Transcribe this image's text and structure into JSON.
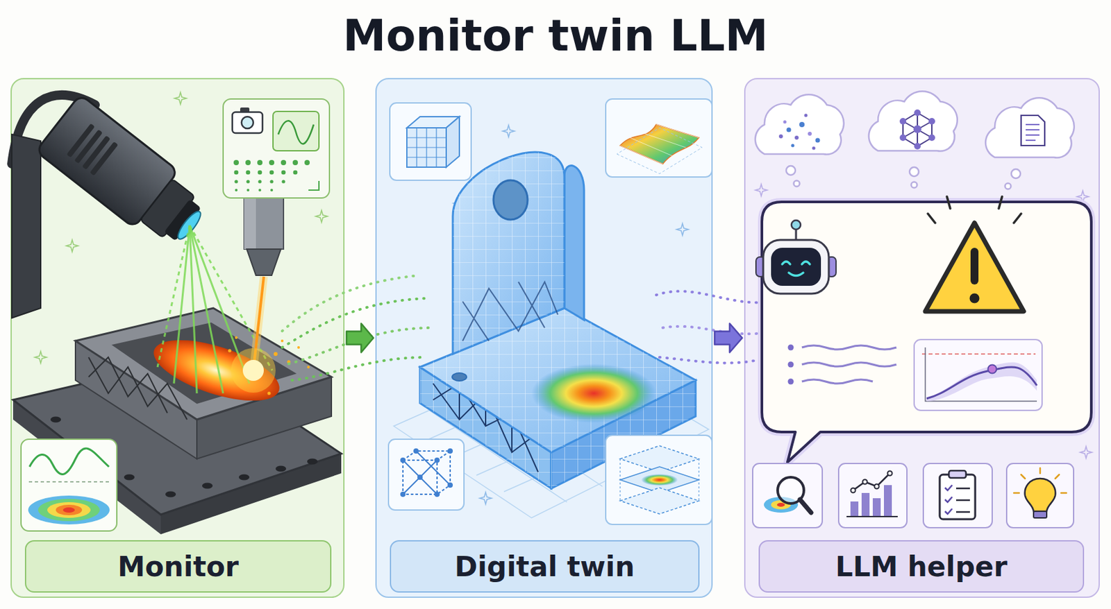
{
  "diagram": {
    "title": "Monitor twin LLM",
    "nodes": [
      {
        "text": [
          "Monitor"
        ]
      },
      {
        "text": [
          "Digital twin"
        ]
      },
      {
        "text": [
          "LLM helper"
        ]
      }
    ],
    "edges": [
      {
        "from": 0,
        "to": 1,
        "arrow": "to"
      },
      {
        "from": 1,
        "to": 2,
        "arrow": "to"
      }
    ]
  }
}
